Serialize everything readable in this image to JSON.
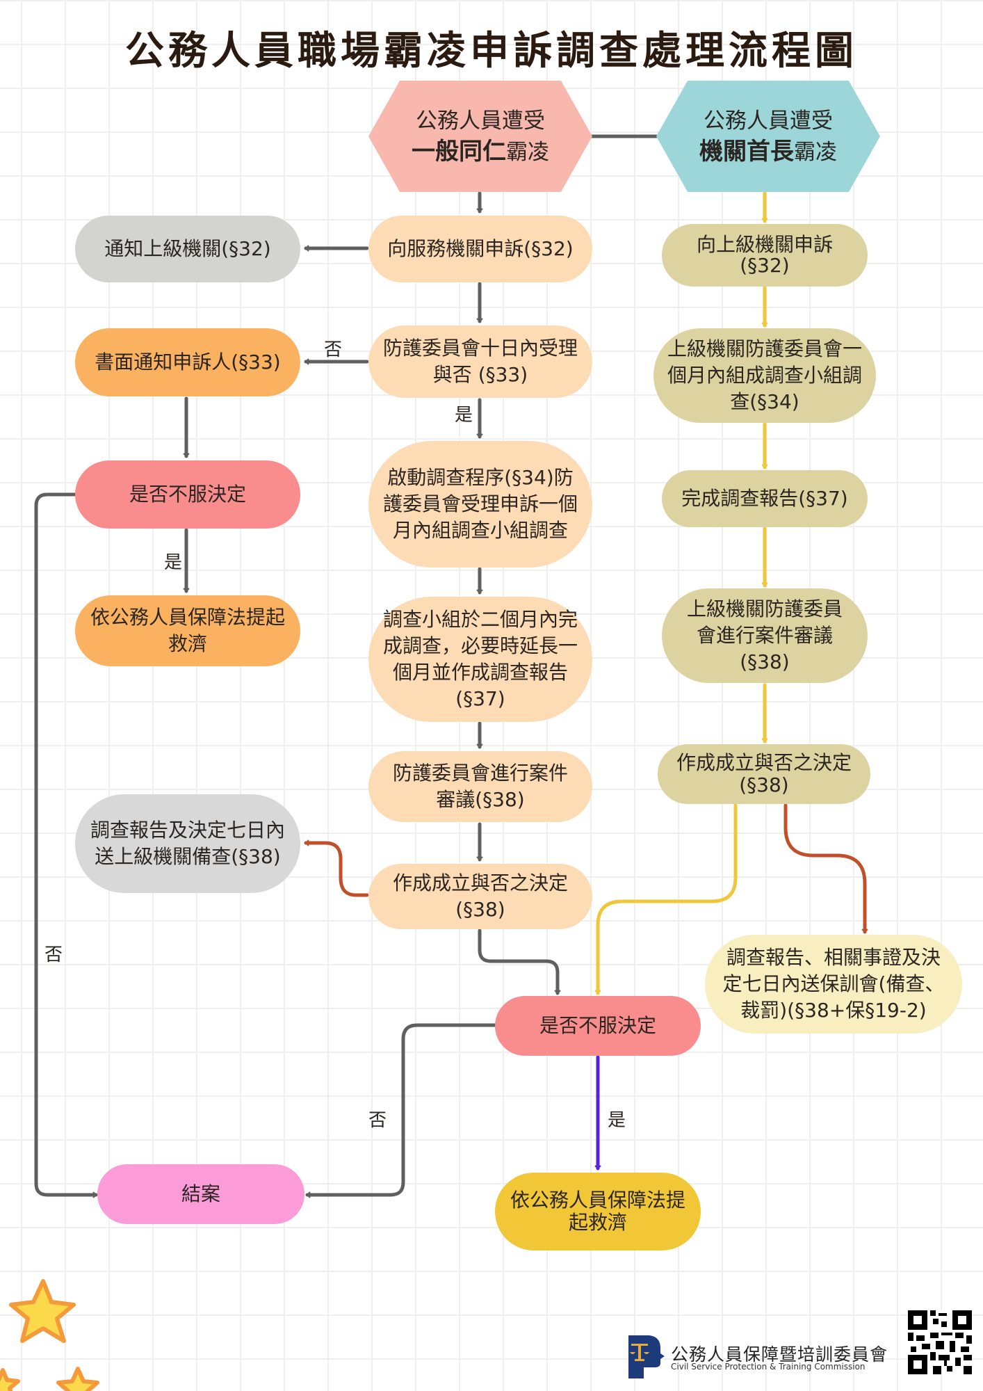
{
  "title": "公務人員職場霸凌申訴調查處理流程圖",
  "start_nodes": {
    "colleague": {
      "line1": "公務人員遭受",
      "bold": "一般同仁",
      "suffix": "霸凌"
    },
    "head": {
      "line1": "公務人員遭受",
      "bold": "機關首長",
      "suffix": "霸凌"
    }
  },
  "nodes": {
    "complain_service": "向服務機關申訴(§32)",
    "notify_superior": "通知上級機關(§32)",
    "accept_10days": "防護委員會十日內受理與否 (§33)",
    "written_notice": "書面通知申訴人(§33)",
    "start_investigation": "啟動調查程序(§34)防護委員會受理申訴一個月內組調查小組調查",
    "dissatisfied_left": "是否不服決定",
    "remedy_left": "依公務人員保障法提起救濟",
    "team_2months": "調查小組於二個月內完成調查，必要時延長一個月並作成調查報告(§37)",
    "committee_review": "防護委員會進行案件審議(§38)",
    "decision_left": "作成成立與否之決定(§38)",
    "report_superior": "調查報告及決定七日內送上級機關備查(§38)",
    "complain_superior": "向上級機關申訴(§32)",
    "superior_team": "上級機關防護委員會一個月內組成調查小組調查(§34)",
    "complete_report": "完成調查報告(§37)",
    "superior_review": "上級機關防護委員會進行案件審議(§38)",
    "decision_right": "作成成立與否之決定(§38)",
    "send_csptc": "調查報告、相關事證及決定七日內送保訓會(備查、裁罰)(§38+保§19-2)",
    "dissatisfied_bottom": "是否不服決定",
    "close_case": "結案",
    "remedy_bottom": "依公務人員保障法提起救濟"
  },
  "edge_labels": {
    "no_accept": "否",
    "yes_accept": "是",
    "yes_left": "是",
    "no_left": "否",
    "no_bottom": "否",
    "yes_bottom": "是"
  },
  "footer": {
    "org_name_zh": "公務人員保障暨培訓委員會",
    "org_name_en": "Civil Service Protection & Training Commission"
  },
  "colors": {
    "pink_hex": "#f8b8ae",
    "teal_hex": "#9cd6d9",
    "peach": "#fddcb5",
    "grey": "#d3d3cf",
    "orange": "#fab260",
    "red_pink": "#f98d8d",
    "khaki": "#ddd3a1",
    "cream": "#f8eec0",
    "magenta": "#fb9bd8",
    "gold": "#f1c737",
    "arrow_grey": "#5f5f5f",
    "arrow_yellow": "#f0c63a",
    "arrow_rust": "#c1502a",
    "arrow_purple": "#5a22d6",
    "title": "#2a1a10"
  }
}
